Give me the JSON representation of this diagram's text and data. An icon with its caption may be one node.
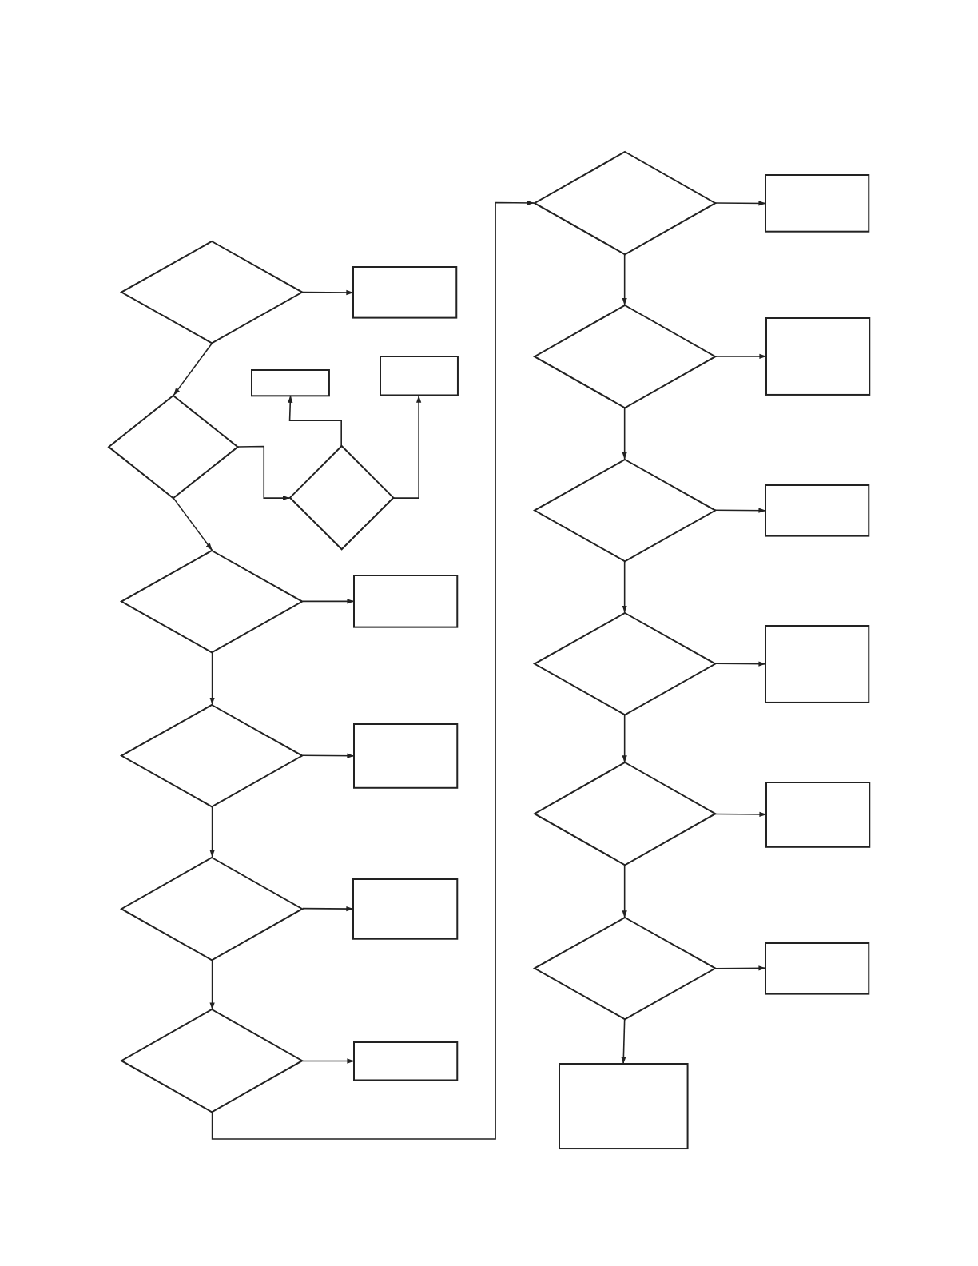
{
  "diagram": {
    "nodes": [
      {
        "text": [],
        "shape": "diamond"
      },
      {
        "text": [],
        "shape": "box"
      },
      {
        "text": [],
        "shape": "diamond"
      },
      {
        "text": [],
        "shape": "box"
      },
      {
        "text": [],
        "shape": "box"
      },
      {
        "text": [],
        "shape": "diamond"
      },
      {
        "text": [],
        "shape": "diamond"
      },
      {
        "text": [],
        "shape": "box"
      },
      {
        "text": [],
        "shape": "diamond"
      },
      {
        "text": [],
        "shape": "box"
      },
      {
        "text": [],
        "shape": "diamond"
      },
      {
        "text": [],
        "shape": "box"
      },
      {
        "text": [],
        "shape": "diamond"
      },
      {
        "text": [],
        "shape": "box"
      },
      {
        "text": [],
        "shape": "diamond"
      },
      {
        "text": [],
        "shape": "box"
      },
      {
        "text": [],
        "shape": "diamond"
      },
      {
        "text": [],
        "shape": "box"
      },
      {
        "text": [],
        "shape": "diamond"
      },
      {
        "text": [],
        "shape": "box"
      },
      {
        "text": [],
        "shape": "diamond"
      },
      {
        "text": [],
        "shape": "box"
      },
      {
        "text": [],
        "shape": "diamond"
      },
      {
        "text": [],
        "shape": "box"
      },
      {
        "text": [],
        "shape": "diamond"
      },
      {
        "text": [],
        "shape": "box"
      },
      {
        "text": [],
        "shape": "box"
      }
    ],
    "edges": [
      {
        "from": 0,
        "to": 1,
        "arrow": "to"
      },
      {
        "from": 0,
        "to": 2,
        "arrow": "to"
      },
      {
        "from": 2,
        "to": 5,
        "arrow": "to"
      },
      {
        "from": 5,
        "to": 3,
        "arrow": "to"
      },
      {
        "from": 5,
        "to": 4,
        "arrow": "to"
      },
      {
        "from": 2,
        "to": 6,
        "arrow": "to"
      },
      {
        "from": 6,
        "to": 7,
        "arrow": "to"
      },
      {
        "from": 6,
        "to": 8,
        "arrow": "to"
      },
      {
        "from": 8,
        "to": 9,
        "arrow": "to"
      },
      {
        "from": 8,
        "to": 10,
        "arrow": "to"
      },
      {
        "from": 10,
        "to": 11,
        "arrow": "to"
      },
      {
        "from": 10,
        "to": 12,
        "arrow": "to"
      },
      {
        "from": 12,
        "to": 13,
        "arrow": "to"
      },
      {
        "from": 12,
        "to": 14,
        "arrow": "to"
      },
      {
        "from": 14,
        "to": 15,
        "arrow": "to"
      },
      {
        "from": 14,
        "to": 16,
        "arrow": "to"
      },
      {
        "from": 16,
        "to": 17,
        "arrow": "to"
      },
      {
        "from": 16,
        "to": 18,
        "arrow": "to"
      },
      {
        "from": 18,
        "to": 19,
        "arrow": "to"
      },
      {
        "from": 18,
        "to": 20,
        "arrow": "to"
      },
      {
        "from": 20,
        "to": 21,
        "arrow": "to"
      },
      {
        "from": 20,
        "to": 22,
        "arrow": "to"
      },
      {
        "from": 22,
        "to": 23,
        "arrow": "to"
      },
      {
        "from": 22,
        "to": 24,
        "arrow": "to"
      },
      {
        "from": 24,
        "to": 25,
        "arrow": "to"
      },
      {
        "from": 24,
        "to": 26,
        "arrow": "to"
      }
    ]
  }
}
